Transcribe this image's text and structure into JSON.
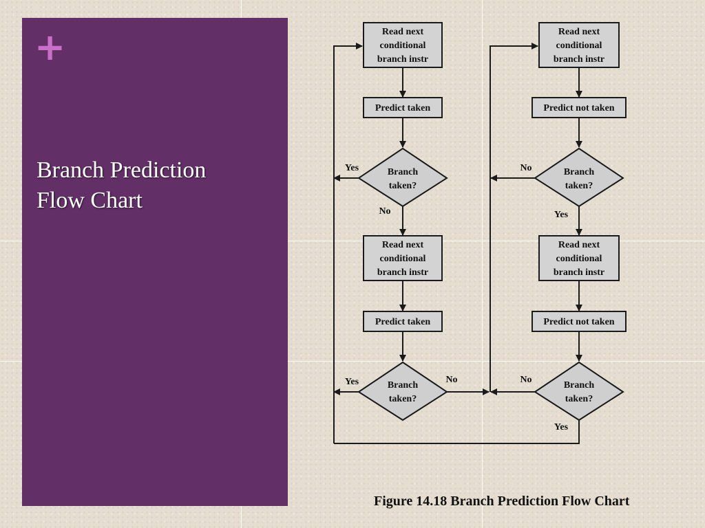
{
  "slide": {
    "plus_symbol": "+",
    "title_lines": [
      "Branch Prediction",
      "Flow Chart"
    ]
  },
  "diagram": {
    "caption": "Figure 14.18  Branch Prediction Flow Chart",
    "read_lines": [
      "Read next",
      "conditional",
      "branch instr"
    ],
    "predict_taken": "Predict taken",
    "predict_not_taken": "Predict not taken",
    "decision_lines": [
      "Branch",
      "taken?"
    ],
    "yes": "Yes",
    "no": "No"
  }
}
